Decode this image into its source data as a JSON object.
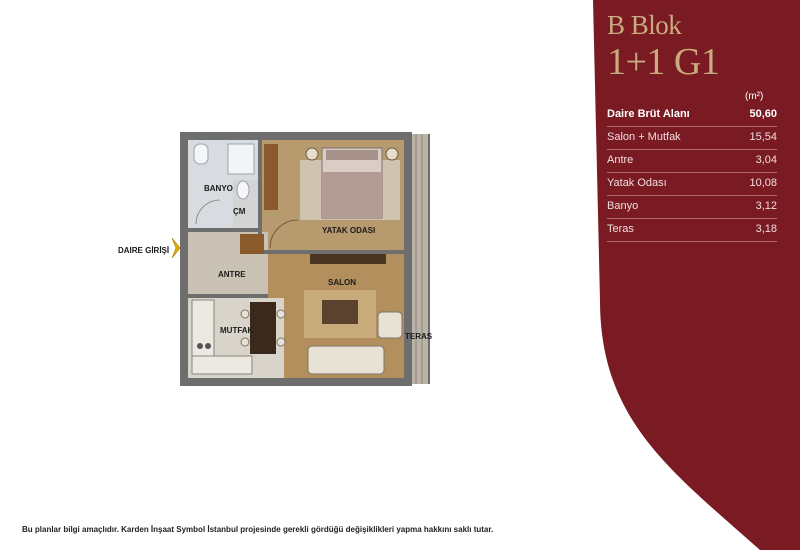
{
  "brand": {
    "panel_color": "#7a1a22",
    "accent_color": "#c9ab80"
  },
  "header": {
    "block": "B Blok",
    "unit_type": "1+1 G1"
  },
  "areas": {
    "unit": "(m²)",
    "rows": [
      {
        "label": "Daire Brüt Alanı",
        "value": "50,60"
      },
      {
        "label": "Salon + Mutfak",
        "value": "15,54"
      },
      {
        "label": "Antre",
        "value": "3,04"
      },
      {
        "label": "Yatak Odası",
        "value": "10,08"
      },
      {
        "label": "Banyo",
        "value": "3,12"
      },
      {
        "label": "Teras",
        "value": "3,18"
      }
    ]
  },
  "plan": {
    "rooms": {
      "banyo": "BANYO",
      "cm": "ÇM",
      "yatak_odasi": "YATAK ODASI",
      "daire_girisi": "DAIRE GİRİŞİ",
      "antre": "ANTRE",
      "salon": "SALON",
      "mutfak": "MUTFAK",
      "teras": "TERAS"
    }
  },
  "footer": {
    "disclaimer": "Bu planlar bilgi amaçlıdır. Karden İnşaat Symbol İstanbul projesinde gerekli gördüğü değişiklikleri yapma hakkını saklı tutar."
  }
}
